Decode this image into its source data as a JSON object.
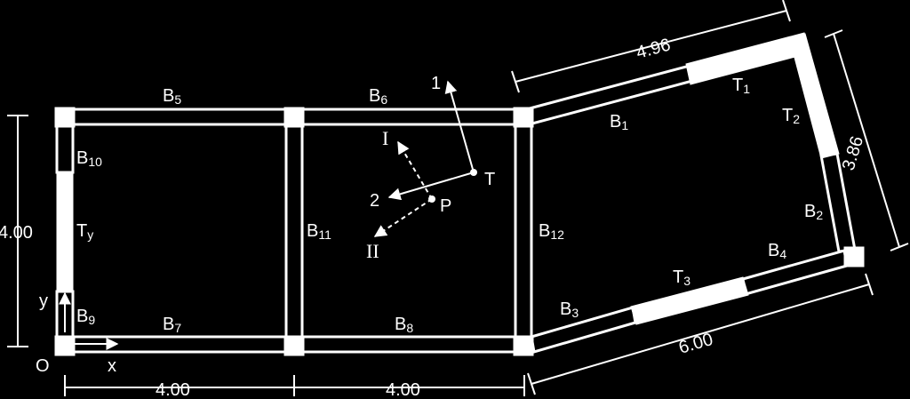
{
  "origin": "O",
  "axes": {
    "x": "x",
    "y": "y"
  },
  "dimensions": {
    "bottom_left": "4.00",
    "bottom_mid": "4.00",
    "left_height": "4.00",
    "top_right": "4.96",
    "right_side": "3.86",
    "bottom_right": "6.00"
  },
  "beams": {
    "b1": "B",
    "b1_sub": "1",
    "b2": "B",
    "b2_sub": "2",
    "b3": "B",
    "b3_sub": "3",
    "b4": "B",
    "b4_sub": "4",
    "b5": "B",
    "b5_sub": "5",
    "b6": "B",
    "b6_sub": "6",
    "b7": "B",
    "b7_sub": "7",
    "b8": "B",
    "b8_sub": "8",
    "b9": "B",
    "b9_sub": "9",
    "b10": "B",
    "b10_sub": "10",
    "b11": "B",
    "b11_sub": "11",
    "b12": "B",
    "b12_sub": "12"
  },
  "walls": {
    "t1": "T",
    "t1_sub": "1",
    "t2": "T",
    "t2_sub": "2",
    "t3": "T",
    "t3_sub": "3",
    "ty": "T",
    "ty_sub": "y"
  },
  "points": {
    "t": "T",
    "p": "P"
  },
  "principal_axes": {
    "axis1": "1",
    "axis2": "2",
    "axisI": "I",
    "axisII": "II"
  }
}
